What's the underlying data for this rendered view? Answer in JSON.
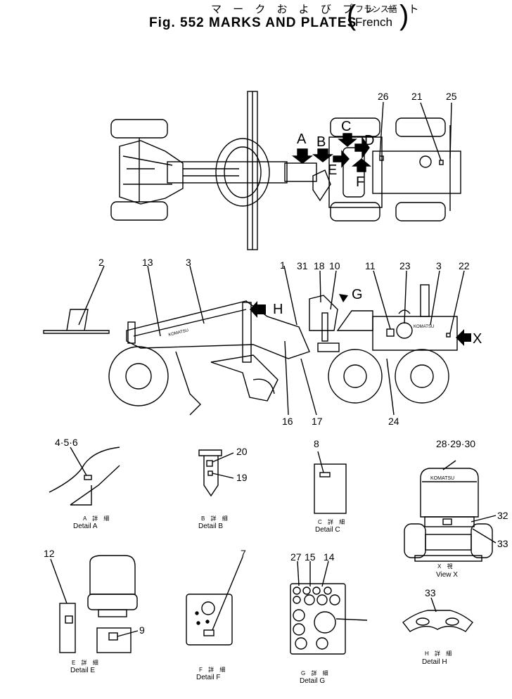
{
  "title": {
    "japanese": "マ ー ク お よ び プ レ ー ト",
    "english": "Fig. 552 MARKS AND PLATES",
    "lang_japanese": "フランス語",
    "lang_english": "French"
  },
  "top_view": {
    "views": {
      "A": "A",
      "B": "B",
      "C": "C",
      "D": "D",
      "E": "E",
      "F": "F"
    },
    "callouts": {
      "c26": "26",
      "c21": "21",
      "c25": "25"
    }
  },
  "side_view": {
    "callouts": {
      "c2": "2",
      "c13": "13",
      "c3a": "3",
      "c1": "1",
      "c31": "31",
      "c18": "18",
      "c10": "10",
      "c11": "11",
      "c23": "23",
      "c3b": "3",
      "c22": "22",
      "c16": "16",
      "c17": "17",
      "c24": "24"
    },
    "views": {
      "H": "H",
      "G": "G",
      "X": "X"
    },
    "plate_brand": "KOMATSU"
  },
  "details": {
    "A": {
      "callout": "4·5·6",
      "jp": "A 詳 細",
      "en": "Detail  A"
    },
    "B": {
      "callout_top": "20",
      "callout_bottom": "19",
      "jp": "B 詳 細",
      "en": "Detail  B"
    },
    "C": {
      "callout": "8",
      "jp": "C 詳 細",
      "en": "Detail  C"
    },
    "X": {
      "callout_top": "28·29·30",
      "callout_right1": "32",
      "callout_right2": "33",
      "jp": "X  視",
      "en": "View  X",
      "brand": "KOMATSU"
    },
    "E": {
      "callout_left": "12",
      "callout_right": "9",
      "jp": "E 詳 細",
      "en": "Detail  E"
    },
    "F": {
      "callout": "7",
      "jp": "F 詳 細",
      "en": "Detail  F"
    },
    "G": {
      "callout1": "27",
      "callout2": "15",
      "callout3": "14",
      "jp": "G 詳 細",
      "en": "Detail  G"
    },
    "H": {
      "callout": "33",
      "jp": "H 詳 細",
      "en": "Detail  H"
    }
  }
}
